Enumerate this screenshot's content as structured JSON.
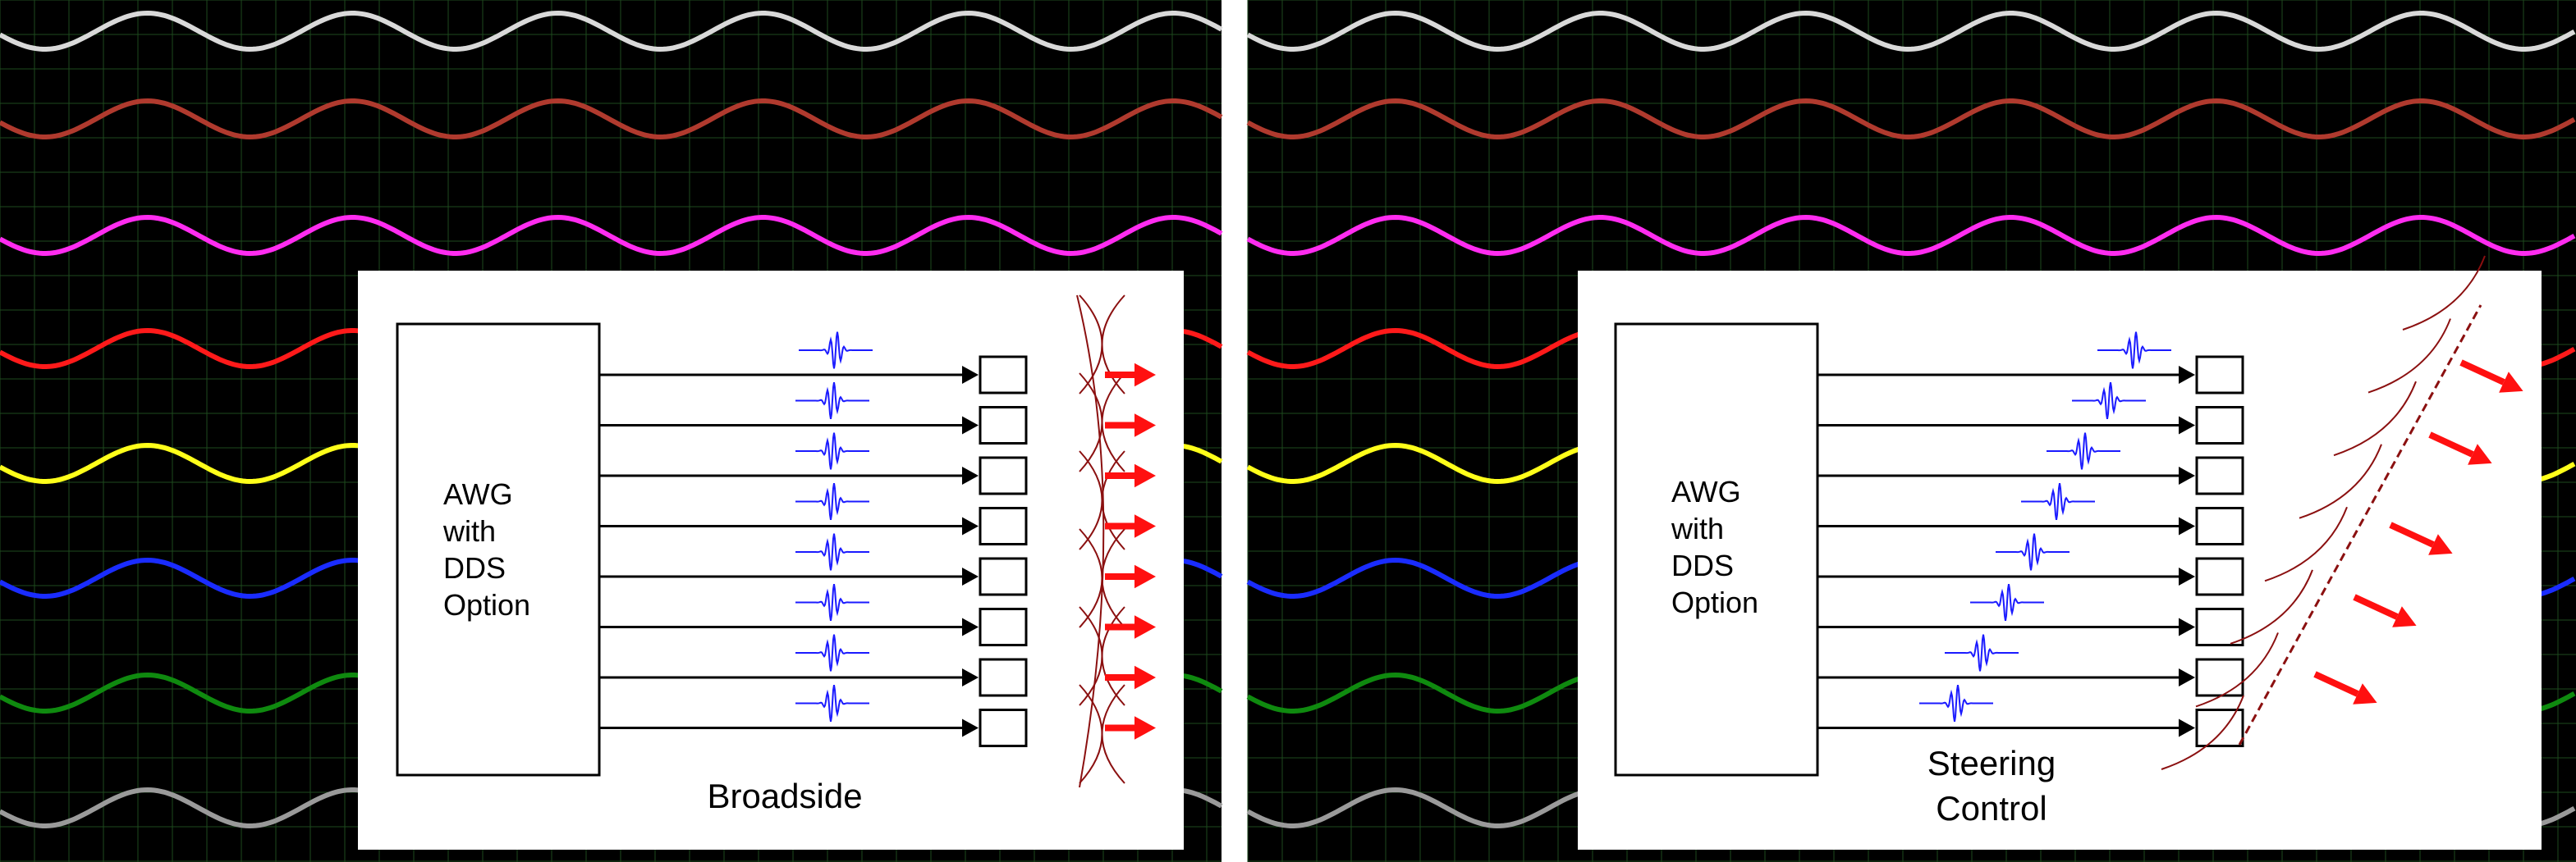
{
  "panels": [
    {
      "id": "left",
      "awg_lines": [
        "AWG",
        "with",
        "DDS",
        "Option"
      ],
      "caption_lines": [
        "Broadside"
      ],
      "mode": "broadside"
    },
    {
      "id": "right",
      "awg_lines": [
        "AWG",
        "with",
        "DDS",
        "Option"
      ],
      "caption_lines": [
        "Steering",
        "Control"
      ],
      "mode": "steering"
    }
  ],
  "channel_count": 8,
  "background_wave_colors": [
    "#d9d9d9",
    "#b03a2e",
    "#ff2cf0",
    "#ff1a1a",
    "#ffff1a",
    "#1a2cff",
    "#0f8a0f",
    "#9a9a9a"
  ],
  "colors": {
    "scope_background": "#000000",
    "grid": "#1e4a1e",
    "pulse": "#1a1aff",
    "wavefront": "#8b1010",
    "arrow": "#ff1010",
    "diagram_background": "#ffffff",
    "diagram_ink": "#000000"
  }
}
